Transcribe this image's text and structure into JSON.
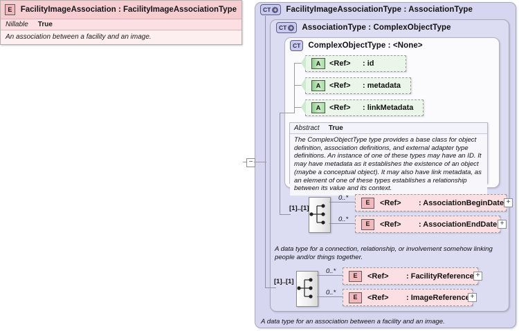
{
  "diagram": {
    "kind": "xsd-schema-diagram",
    "root_element": {
      "icon": "element-icon",
      "badge": "E",
      "title": "FacilityImageAssociation : FacilityImageAssociationType",
      "properties": [
        {
          "key": "Nillable",
          "value": "True"
        }
      ],
      "documentation": "An association between a facility and an image.",
      "collapse_toggle": "−"
    },
    "types": [
      {
        "level": 1,
        "badge": "CT",
        "badge_plus": "+",
        "title": "FacilityImageAssociationType : AssociationType",
        "documentation": "A data type for an association between a facility and an image."
      },
      {
        "level": 2,
        "badge": "CT",
        "badge_plus": "+",
        "title": "AssociationType : ComplexObjectType",
        "documentation": "A data type for a connection, relationship, or involvement somehow linking\npeople and/or things together."
      },
      {
        "level": 3,
        "badge": "CT",
        "badge_plus": "",
        "title": "ComplexObjectType : <None>",
        "documentation": ""
      }
    ],
    "attributes": [
      {
        "badge": "A",
        "ref": "<Ref>",
        "name": ": id"
      },
      {
        "badge": "A",
        "ref": "<Ref>",
        "name": ": metadata"
      },
      {
        "badge": "A",
        "ref": "<Ref>",
        "name": ": linkMetadata"
      }
    ],
    "abstract_panel": {
      "property_key": "Abstract",
      "property_value": "True",
      "text": "The ComplexObjectType type provides a base class for object definition, association definitions, and external adapter type definitions. An instance of one of these types may have an ID. It may have metadata as it establishes the existence of an object (maybe a conceptual object). It may also have link metadata, as an element of one of these types establishes a relationship between its value and its context."
    },
    "groups": [
      {
        "id": "association-sequence",
        "compositor": "sequence-icon",
        "occurrence": "[1]..[1]",
        "children": [
          {
            "badge": "E",
            "ref": "<Ref>",
            "name": ": AssociationBeginDate",
            "multiplicity": "0..*",
            "expand": "+"
          },
          {
            "badge": "E",
            "ref": "<Ref>",
            "name": ": AssociationEndDate",
            "multiplicity": "0..*",
            "expand": "+"
          }
        ]
      },
      {
        "id": "facility-image-sequence",
        "compositor": "sequence-icon",
        "occurrence": "[1]..[1]",
        "children": [
          {
            "badge": "E",
            "ref": "<Ref>",
            "name": ": FacilityReference",
            "multiplicity": "0..*",
            "expand": "+"
          },
          {
            "badge": "E",
            "ref": "<Ref>",
            "name": ": ImageReference",
            "multiplicity": "0..*",
            "expand": "+"
          }
        ]
      }
    ],
    "colors": {
      "type_container_level1": "#d6d6f0",
      "type_container_level2": "#dcdcf2",
      "type_container_level3": "#fbfbfe",
      "element_header": "#f6ced2",
      "element_body": "#fdeef0",
      "attribute_row": "#eaf7e8",
      "element_ref_row": "#fbdfe2",
      "connector": "#8e8ea8"
    }
  }
}
